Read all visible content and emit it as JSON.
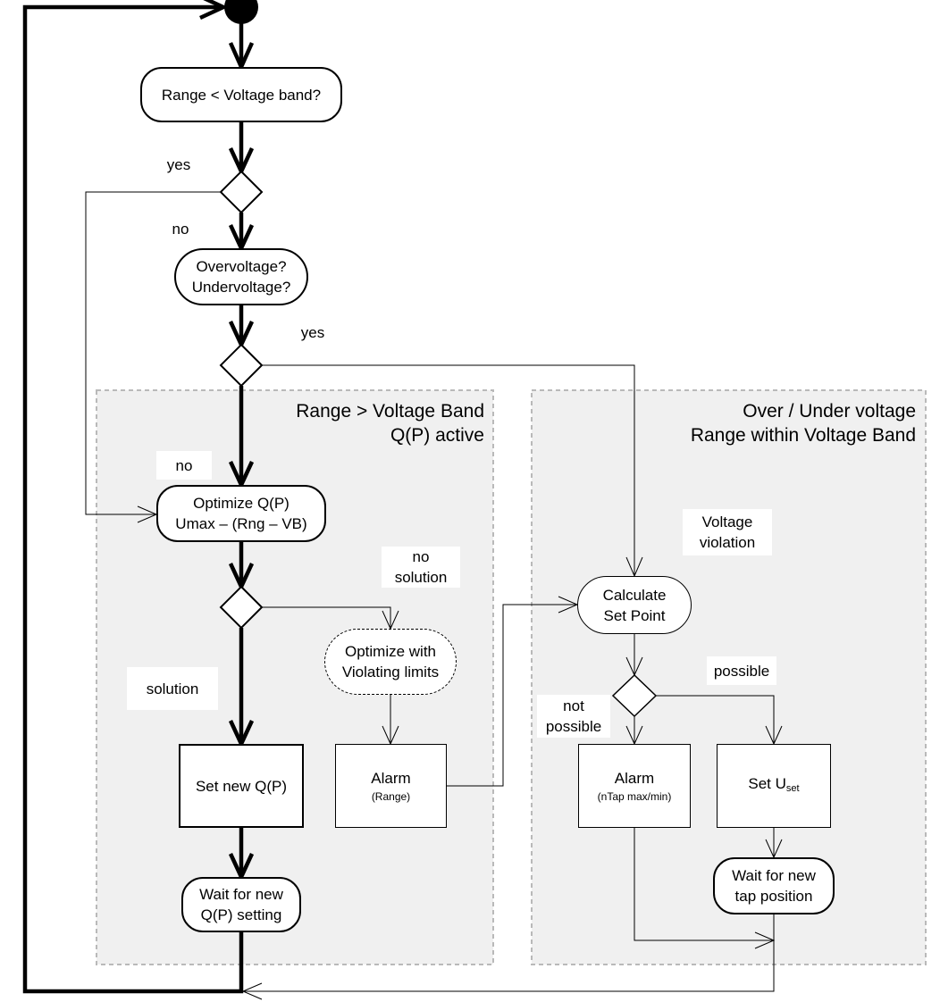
{
  "regions": {
    "qp": {
      "line1": "Range > Voltage Band",
      "line2": "Q(P) active"
    },
    "ou": {
      "line1": "Over / Under voltage",
      "line2": "Range within Voltage Band"
    }
  },
  "nodes": {
    "range_check": "Range < Voltage band?",
    "over_under": {
      "line1": "Overvoltage?",
      "line2": "Undervoltage?"
    },
    "optimize_qp": {
      "line1": "Optimize Q(P)",
      "line2": "Umax – (Rng – VB)"
    },
    "optimize_violating": {
      "line1": "Optimize with",
      "line2": "Violating limits"
    },
    "set_new_qp": "Set new Q(P)",
    "alarm_range": {
      "title": "Alarm",
      "sub": "(Range)"
    },
    "wait_qp": {
      "line1": "Wait for new",
      "line2": "Q(P) setting"
    },
    "calc_set_point": {
      "line1": "Calculate",
      "line2": "Set Point"
    },
    "alarm_ntap": {
      "title": "Alarm",
      "sub": "(nTap max/min)"
    },
    "set_uset": {
      "prefix": "Set U",
      "subscript": "set"
    },
    "wait_tap": {
      "line1": "Wait for new",
      "line2": "tap position"
    }
  },
  "labels": {
    "yes_1": "yes",
    "no_1": "no",
    "yes_2": "yes",
    "no_2": "no",
    "no_solution": {
      "line1": "no",
      "line2": "solution"
    },
    "solution": "solution",
    "voltage_violation": {
      "line1": "Voltage",
      "line2": "violation"
    },
    "possible": "possible",
    "not_possible": {
      "line1": "not",
      "line2": "possible"
    }
  }
}
